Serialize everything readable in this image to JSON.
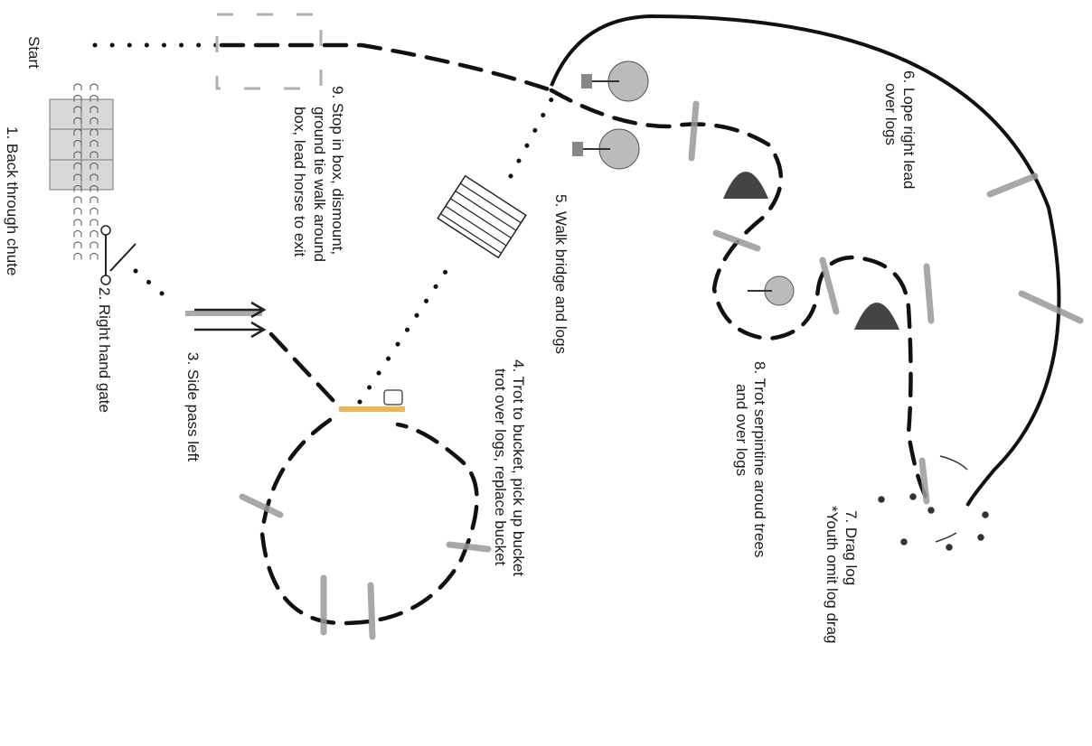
{
  "labels": {
    "start": "Start",
    "step1": "1. Back through chute",
    "step2": "2. Right hand gate",
    "step3": "3. Side pass left",
    "step4_l1": "4. Trot to bucket, pick up bucket",
    "step4_l2": "trot over logs, replace bucket",
    "step5": "5. Walk bridge and logs",
    "step6_l1": "6. Lope right lead",
    "step6_l2": "over logs",
    "step7_l1": "7. Drag log",
    "step7_l2": "*Youth omit log drag",
    "step8_l1": "8. Trot serpintine aroud trees",
    "step8_l2": "and over logs",
    "step9_l1": "9. Stop in box, dismount,",
    "step9_l2": "ground tie walk around",
    "step9_l3": "box, lead horse to exit"
  },
  "colors": {
    "path": "#111111",
    "log": "#9a9a9a",
    "bucket_pole": "#e8b85a",
    "box": "#b0b0b0"
  },
  "icons": [
    "tree-icon",
    "bush-icon",
    "bucket-icon",
    "log-icon",
    "gate-icon",
    "chute-icon",
    "bridge-icon",
    "arrow-icon"
  ]
}
